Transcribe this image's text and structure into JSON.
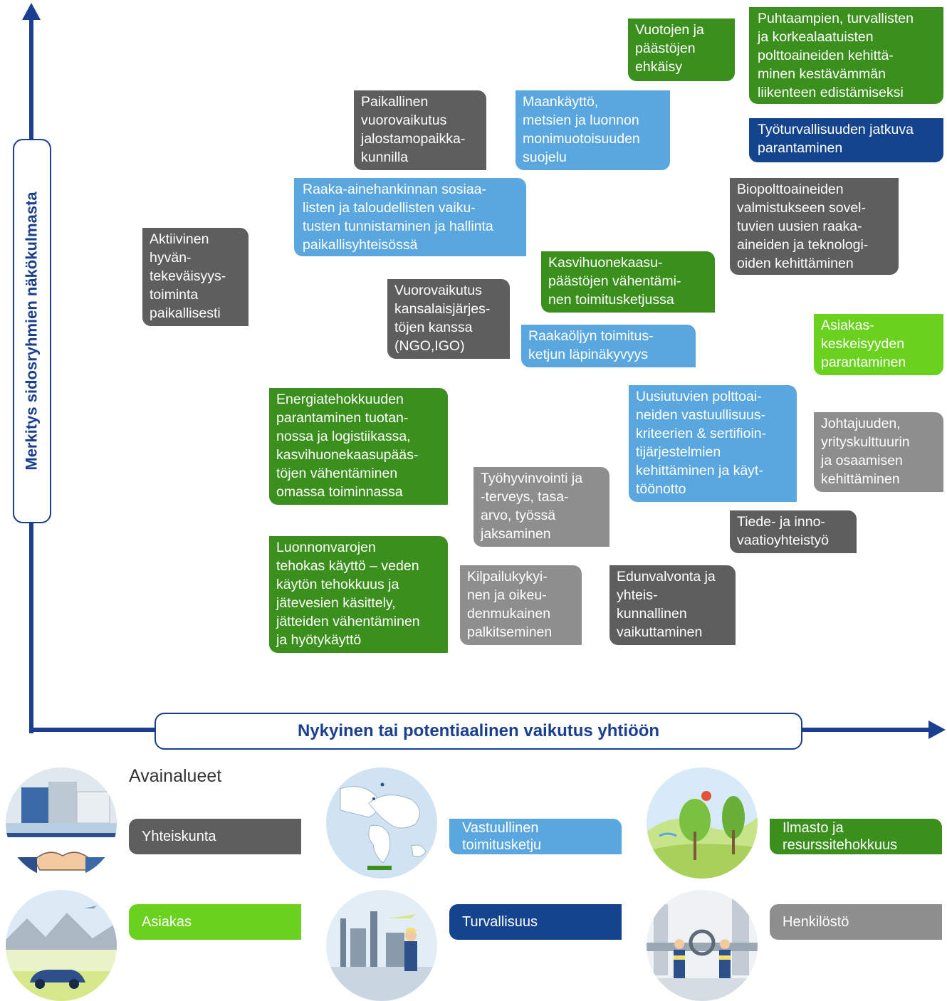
{
  "axes": {
    "y_label": "Merkitys sidosryhmien näkökulmasta",
    "x_label": "Nykyinen tai potentiaalinen vaikutus yhtiöön"
  },
  "colors": {
    "axis": "#1a3f8f",
    "yhteiskunta": "#5e5e5e",
    "vastuullinen_toimitusketju": "#5aa7e0",
    "ilmasto_ja_resurssitehokkuus": "#3b8f1d",
    "asiakas": "#6ad11e",
    "turvallisuus": "#15448f",
    "henkilosto": "#8e8e8e"
  },
  "topics": [
    {
      "id": "vuotojen",
      "category": "ilmasto",
      "text": "Vuotojen ja\npäästöjen\nehkäisy"
    },
    {
      "id": "puhtaampien",
      "category": "ilmasto",
      "text": "Puhtaampien, turvallisten\nja korkealaatuisten\npolttoaineiden kehittä-\nminen kestävämmän\nliikenteen edistämiseksi"
    },
    {
      "id": "paikallinen",
      "category": "yhteiskunta",
      "text": "Paikallinen\nvuorovaikutus\njalostamopaikka-\nkunnilla"
    },
    {
      "id": "maankaytto",
      "category": "vastuullinen",
      "text": "Maankäyttö,\nmetsien ja luonnon\nmonimuotoisuuden\nsuojelu"
    },
    {
      "id": "tyoturvallisuus",
      "category": "turvallisuus",
      "text": "Työturvallisuuden jatkuva\nparantaminen"
    },
    {
      "id": "raaka-aine",
      "category": "vastuullinen",
      "text": "Raaka-ainehankinnan sosiaa-\nlisten ja taloudellisten vaiku-\ntusten tunnistaminen ja hallinta\npaikallisyhteisössä"
    },
    {
      "id": "biopolttoaineiden",
      "category": "yhteiskunta",
      "text": "Biopolttoaineiden\nvalmistukseen sovel-\ntuvien uusien raaka-\naineiden ja teknologi-\noiden kehittäminen"
    },
    {
      "id": "aktiivinen",
      "category": "yhteiskunta",
      "text": "Aktiivinen\nhyvän-\ntekeväisyys-\ntoiminta\npaikallisesti"
    },
    {
      "id": "kasvihuone-toimitus",
      "category": "ilmasto",
      "text": "Kasvihuonekaasu-\npäästöjen vähentämi-\nnen toimitusketjussa"
    },
    {
      "id": "ngo",
      "category": "yhteiskunta",
      "text": "Vuorovaikutus\nkansalaisjärjes-\ntöjen kanssa\n(NGO,IGO)"
    },
    {
      "id": "raakaoljy",
      "category": "vastuullinen",
      "text": "Raakaöljyn toimitus-\nketjun läpinäkyvyys"
    },
    {
      "id": "asiakaskeskeisyys",
      "category": "asiakas",
      "text": "Asiakas-\nkeskeisyyden\nparantaminen"
    },
    {
      "id": "energiatehokkuus",
      "category": "ilmasto",
      "text": "Energiatehokkuuden\nparantaminen tuotan-\nnossa ja logistiikassa,\nkasvihuonekaasupääs-\ntöjen vähentäminen\nomassa toiminnassa"
    },
    {
      "id": "uusiutuvien",
      "category": "vastuullinen",
      "text": "Uusiutuvien polttoai-\nneiden vastuullisuus-\nkriteerien & sertifioin-\ntijärjestelmien\nkehittäminen ja käyt-\ntöönotto"
    },
    {
      "id": "johtajuus",
      "category": "henkilosto",
      "text": "Johtajuuden,\nyrityskulttuurin\nja osaamisen\nkehittäminen"
    },
    {
      "id": "tyohyvinvointi",
      "category": "henkilosto",
      "text": "Työhyvinvointi ja\n-terveys, tasa-\narvo, työssä\njaksaminen"
    },
    {
      "id": "tiede",
      "category": "yhteiskunta",
      "text": "Tiede- ja inno-\nvaatioyhteistyö"
    },
    {
      "id": "luonnonvarat",
      "category": "ilmasto",
      "text": "Luonnonvarojen\ntehokas käyttö – veden\nkäytön tehokkuus ja\njätevesien käsittely,\njätteiden vähentäminen\nja hyötykäyttö"
    },
    {
      "id": "kilpailukyky",
      "category": "henkilosto",
      "text": "Kilpailukykyi-\nnen ja oikeu-\ndenmukainen\npalkitseminen"
    },
    {
      "id": "edunvalvonta",
      "category": "yhteiskunta",
      "text": "Edunvalvonta ja\nyhteis-\nkunnallinen\nvaikuttaminen"
    }
  ],
  "legend": {
    "title": "Avainalueet",
    "items": [
      {
        "id": "yhteiskunta",
        "label": "Yhteiskunta"
      },
      {
        "id": "vastuullinen",
        "label": "Vastuullinen\ntoimitusketju"
      },
      {
        "id": "ilmasto",
        "label": "Ilmasto ja\nresurssitehokkuus"
      },
      {
        "id": "asiakas",
        "label": "Asiakas"
      },
      {
        "id": "turvallisuus",
        "label": "Turvallisuus"
      },
      {
        "id": "henkilosto",
        "label": "Henkilöstö"
      }
    ]
  }
}
